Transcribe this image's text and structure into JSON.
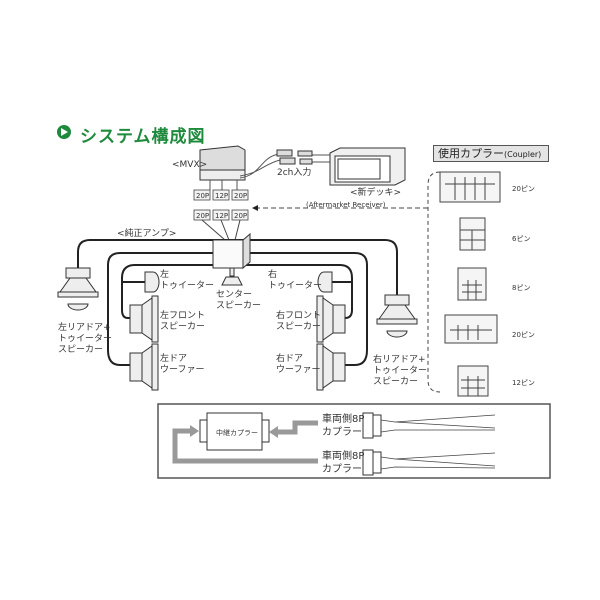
{
  "title": "システム構成図",
  "labels": {
    "mvx": "<MVX>",
    "input_2ch": "2ch入力",
    "new_deck": "<新デッキ>",
    "aftermarket": "(Aftermarket Receiver)",
    "amp": "<純正アンプ>",
    "conn_top": [
      "20P",
      "12P",
      "20P"
    ],
    "conn_bottom": [
      "20P",
      "12P",
      "20P"
    ],
    "left_rear": "左リアドア+\nトゥイーター\nスピーカー",
    "left_tweeter": "左\nトゥイーター",
    "left_front": "左フロント\nスピーカー",
    "left_door": "左ドア\nウーファー",
    "center": "センター\nスピーカー",
    "right_tweeter": "右\nトゥイーター",
    "right_front": "右フロント\nスピーカー",
    "right_door": "右ドア\nウーファー",
    "right_rear": "右リアドア+\nトゥイーター\nスピーカー"
  },
  "couplers": {
    "header": "使用カプラー",
    "header_en": "(Coupler)",
    "items": [
      "20ピン",
      "6ピン",
      "8ピン",
      "20ピン",
      "12ピン"
    ]
  },
  "bottom": {
    "relay": "中継カプラー",
    "vehicle_1": "車両側8P\nカプラー",
    "vehicle_2": "車両側8P\nカプラー"
  }
}
